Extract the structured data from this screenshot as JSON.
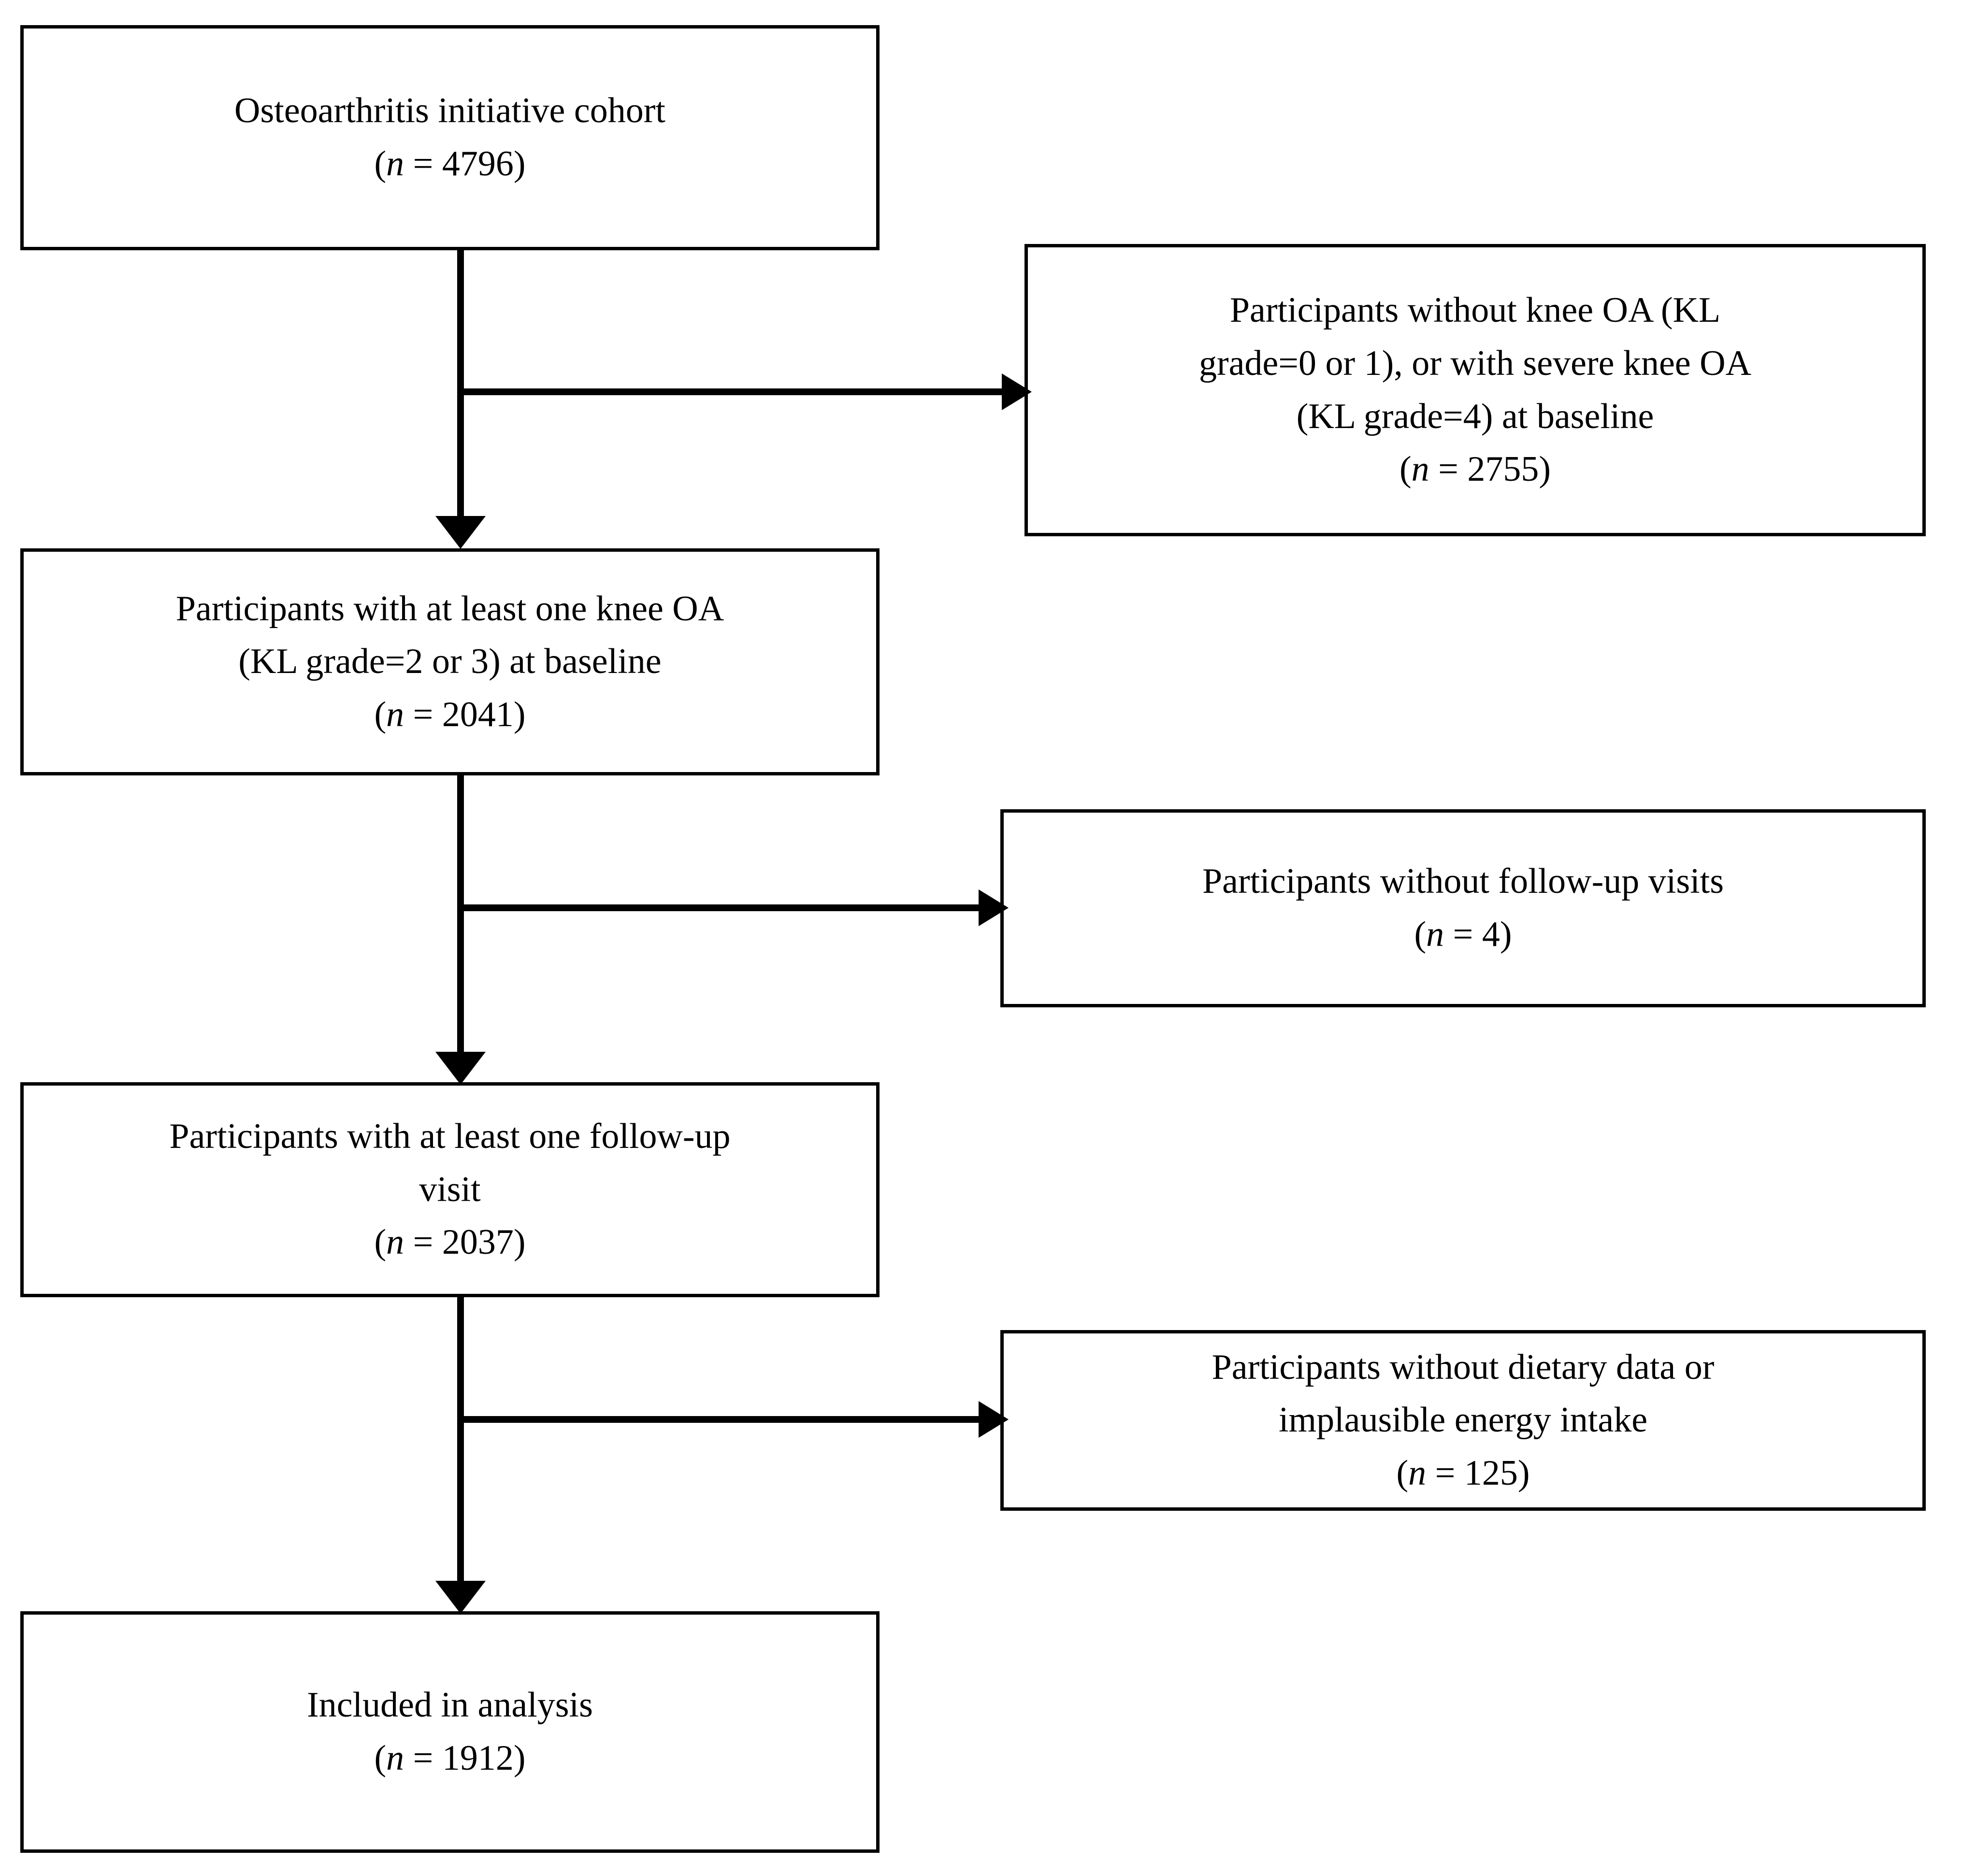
{
  "figure": {
    "type": "participant-flow-diagram",
    "colors": {
      "stroke": "#000000",
      "background": "#ffffff",
      "text": "#000000"
    }
  },
  "flow": {
    "main": [
      {
        "id": "cohort",
        "lines": [
          "Osteoarthritis initiative cohort"
        ],
        "count_prefix": "(",
        "count_var": "n",
        "count_eq": " = ",
        "count_value": "4796",
        "count_suffix": ")"
      },
      {
        "id": "knee-oa",
        "lines": [
          "Participants with at least one knee OA",
          "(KL grade=2 or 3) at baseline"
        ],
        "count_prefix": "(",
        "count_var": "n",
        "count_eq": " = ",
        "count_value": "2041",
        "count_suffix": ")"
      },
      {
        "id": "followup",
        "lines": [
          "Participants with at least one follow-up",
          "visit"
        ],
        "count_prefix": "(",
        "count_var": "n",
        "count_eq": " = ",
        "count_value": "2037",
        "count_suffix": ")"
      },
      {
        "id": "included",
        "lines": [
          "Included in analysis"
        ],
        "count_prefix": "(",
        "count_var": "n",
        "count_eq": " = ",
        "count_value": "1912",
        "count_suffix": ")"
      }
    ],
    "exclusions": [
      {
        "id": "excl-kl",
        "lines": [
          "Participants without knee OA (KL",
          "grade=0 or 1), or with severe knee OA",
          "(KL grade=4) at baseline"
        ],
        "count_prefix": "(",
        "count_var": "n",
        "count_eq": " = ",
        "count_value": "2755",
        "count_suffix": ")"
      },
      {
        "id": "excl-nofu",
        "lines": [
          "Participants without follow-up visits"
        ],
        "count_prefix": "(",
        "count_var": "n",
        "count_eq": " = ",
        "count_value": "4",
        "count_suffix": ")"
      },
      {
        "id": "excl-diet",
        "lines": [
          "Participants without dietary data or",
          "implausible energy intake"
        ],
        "count_prefix": "(",
        "count_var": "n",
        "count_eq": " = ",
        "count_value": "125",
        "count_suffix": ")"
      }
    ]
  }
}
